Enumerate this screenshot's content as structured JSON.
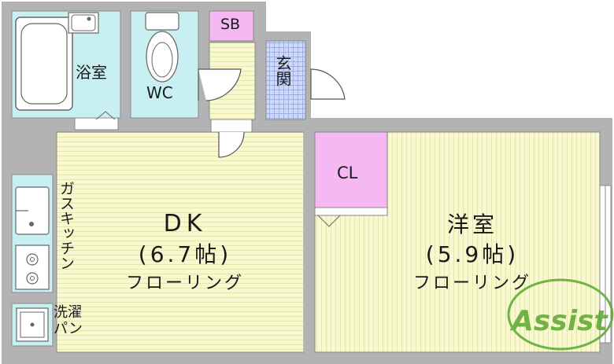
{
  "rooms": {
    "bath": "浴室",
    "wc": "WC",
    "sb": "SB",
    "entrance": "玄関",
    "closet": "CL",
    "dk": {
      "name": "DK",
      "size": "(6.7帖)",
      "floor": "フローリング"
    },
    "western": {
      "name": "洋室",
      "size": "(5.9帖)",
      "floor": "フローリング"
    },
    "kitchen": "ガスキッチン",
    "washer": "洗濯パン"
  },
  "logo": "Assist",
  "colors": {
    "wall": "#b3b3b3",
    "floor": "#f8f8d4",
    "floor_line": "#e6e6a8",
    "wet": "#c8f0f2",
    "storage": "#f5b8f2",
    "entrance": "#cfd8f4",
    "logo": "#5aa830"
  }
}
